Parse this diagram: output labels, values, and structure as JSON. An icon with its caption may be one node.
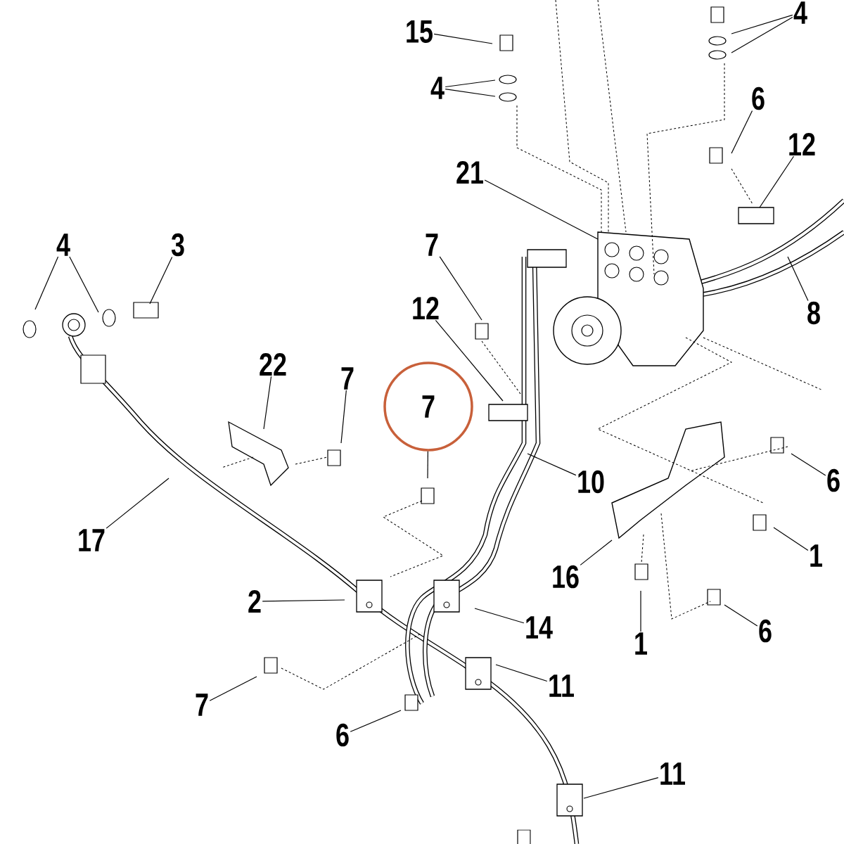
{
  "diagram": {
    "nodes": [
      {
        "text": [
          "15"
        ]
      },
      {
        "text": [
          "4"
        ]
      },
      {
        "text": [
          "4"
        ]
      },
      {
        "text": [
          "6"
        ]
      },
      {
        "text": [
          "12"
        ]
      },
      {
        "text": [
          "21"
        ]
      },
      {
        "text": [
          "4"
        ]
      },
      {
        "text": [
          "3"
        ]
      },
      {
        "text": [
          "7"
        ]
      },
      {
        "text": [
          "12"
        ]
      },
      {
        "text": [
          "8"
        ]
      },
      {
        "text": [
          "22"
        ]
      },
      {
        "text": [
          "7"
        ]
      },
      {
        "text": [
          "7"
        ]
      },
      {
        "text": [
          "10"
        ]
      },
      {
        "text": [
          "6"
        ]
      },
      {
        "text": [
          "17"
        ]
      },
      {
        "text": [
          "1"
        ]
      },
      {
        "text": [
          "16"
        ]
      },
      {
        "text": [
          "2"
        ]
      },
      {
        "text": [
          "14"
        ]
      },
      {
        "text": [
          "6"
        ]
      },
      {
        "text": [
          "1"
        ]
      },
      {
        "text": [
          "11"
        ]
      },
      {
        "text": [
          "7"
        ]
      },
      {
        "text": [
          "6"
        ]
      },
      {
        "text": [
          "11"
        ]
      }
    ],
    "edges": [
      {
        "from": 0,
        "to": null,
        "arrow": "none"
      },
      {
        "from": 1,
        "to": null,
        "arrow": "none"
      },
      {
        "from": 1,
        "to": null,
        "arrow": "none"
      },
      {
        "from": 2,
        "to": null,
        "arrow": "none"
      },
      {
        "from": 2,
        "to": null,
        "arrow": "none"
      },
      {
        "from": 3,
        "to": null,
        "arrow": "none"
      },
      {
        "from": 4,
        "to": null,
        "arrow": "none"
      },
      {
        "from": 5,
        "to": null,
        "arrow": "none"
      },
      {
        "from": 6,
        "to": null,
        "arrow": "none"
      },
      {
        "from": 6,
        "to": null,
        "arrow": "none"
      },
      {
        "from": 7,
        "to": null,
        "arrow": "none"
      },
      {
        "from": 8,
        "to": null,
        "arrow": "none"
      },
      {
        "from": 9,
        "to": null,
        "arrow": "none"
      },
      {
        "from": 10,
        "to": null,
        "arrow": "none"
      },
      {
        "from": 11,
        "to": null,
        "arrow": "none"
      },
      {
        "from": 12,
        "to": null,
        "arrow": "none"
      },
      {
        "from": 13,
        "to": null,
        "arrow": "none"
      },
      {
        "from": 14,
        "to": null,
        "arrow": "none"
      },
      {
        "from": 15,
        "to": null,
        "arrow": "none"
      },
      {
        "from": 16,
        "to": null,
        "arrow": "none"
      },
      {
        "from": 17,
        "to": null,
        "arrow": "none"
      },
      {
        "from": 18,
        "to": null,
        "arrow": "none"
      },
      {
        "from": 19,
        "to": null,
        "arrow": "none"
      },
      {
        "from": 20,
        "to": null,
        "arrow": "none"
      },
      {
        "from": 21,
        "to": null,
        "arrow": "none"
      },
      {
        "from": 22,
        "to": null,
        "arrow": "none"
      },
      {
        "from": 23,
        "to": null,
        "arrow": "none"
      },
      {
        "from": 24,
        "to": null,
        "arrow": "none"
      },
      {
        "from": 25,
        "to": null,
        "arrow": "none"
      },
      {
        "from": 26,
        "to": null,
        "arrow": "none"
      }
    ]
  }
}
